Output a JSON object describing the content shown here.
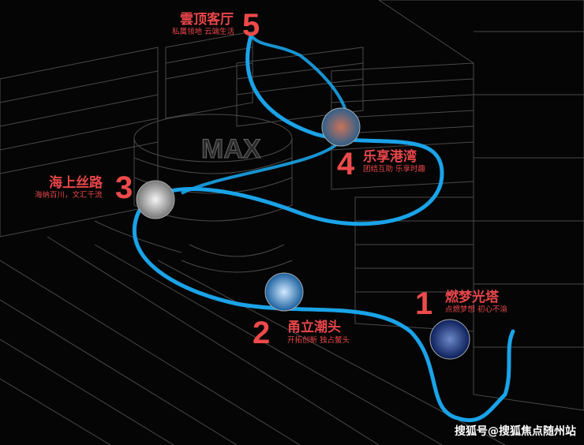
{
  "colors": {
    "route": "#1aa3e8",
    "label": "#e8464a",
    "background": "#050505"
  },
  "building_sign": "MAX",
  "stops": [
    {
      "number": "1",
      "title": "燃梦光塔",
      "subtitle": "点燃梦想 初心不渝"
    },
    {
      "number": "2",
      "title": "甬立潮头",
      "subtitle": "开拓创新 独占鳌头"
    },
    {
      "number": "3",
      "title": "海上丝路",
      "subtitle": "海纳百川，文汇千流"
    },
    {
      "number": "4",
      "title": "乐享港湾",
      "subtitle": "团结互助 乐享时趣"
    },
    {
      "number": "5",
      "title": "雲顶客厅",
      "subtitle": "私属领地 云端生活"
    }
  ],
  "watermark": "搜狐号@搜狐焦点随州站"
}
